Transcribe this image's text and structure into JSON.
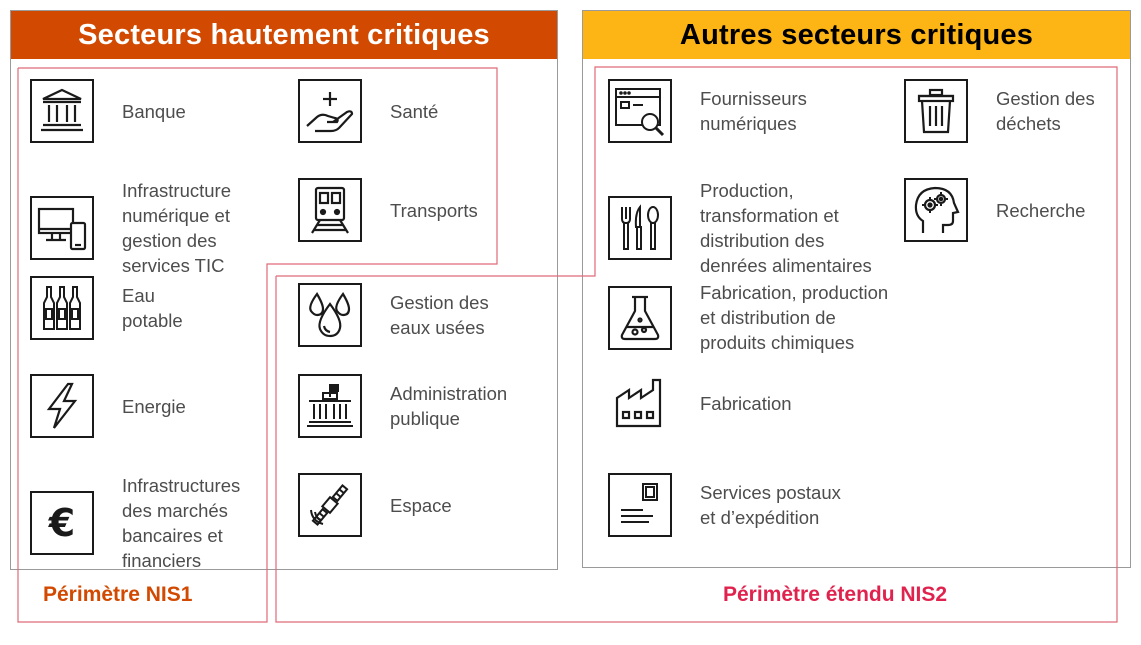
{
  "headers": {
    "left": "Secteurs hautement critiques",
    "right": "Autres secteurs critiques"
  },
  "sectors": {
    "banque": "Banque",
    "sante": "Santé",
    "infra_num": "Infrastructure\nnumérique et\ngestion des\nservices TIC",
    "transports": "Transports",
    "eau": "Eau\npotable",
    "eaux_usees": "Gestion des\neaux usées",
    "energie": "Energie",
    "admin": "Administration\npublique",
    "marches": "Infrastructures\ndes marchés\nbancaires et\nfinanciers",
    "espace": "Espace",
    "fournisseurs": "Fournisseurs\nnumériques",
    "dechets": "Gestion des\ndéchets",
    "alimentaire": "Production,\ntransformation et\ndistribution des\ndenrées alimentaires",
    "recherche": "Recherche",
    "chimie": "Fabrication, production\net distribution de\nproduits chimiques",
    "fabrication": "Fabrication",
    "postaux": "Services postaux\net d’expédition"
  },
  "scopes": {
    "nis1": "Périmètre NIS1",
    "nis2": "Périmètre étendu NIS2"
  },
  "colors": {
    "orange_header": "#d24a01",
    "yellow_header": "#fdb515",
    "nis1_text": "#d24a01",
    "nis2_text": "#e0234e",
    "scope_line": "#e06a78"
  },
  "icons": {
    "banque": "bank-building-icon",
    "sante": "hand-with-cross-icon",
    "infra_num": "computer-devices-icon",
    "transports": "train-icon",
    "eau": "bottles-icon",
    "eaux_usees": "water-drops-icon",
    "energie": "lightning-icon",
    "admin": "government-building-icon",
    "marches": "euro-icon",
    "espace": "satellite-icon",
    "fournisseurs": "browser-search-icon",
    "dechets": "trash-bin-icon",
    "alimentaire": "cutlery-icon",
    "recherche": "head-gears-icon",
    "chimie": "flask-icon",
    "fabrication": "factory-icon",
    "postaux": "postcard-icon"
  }
}
